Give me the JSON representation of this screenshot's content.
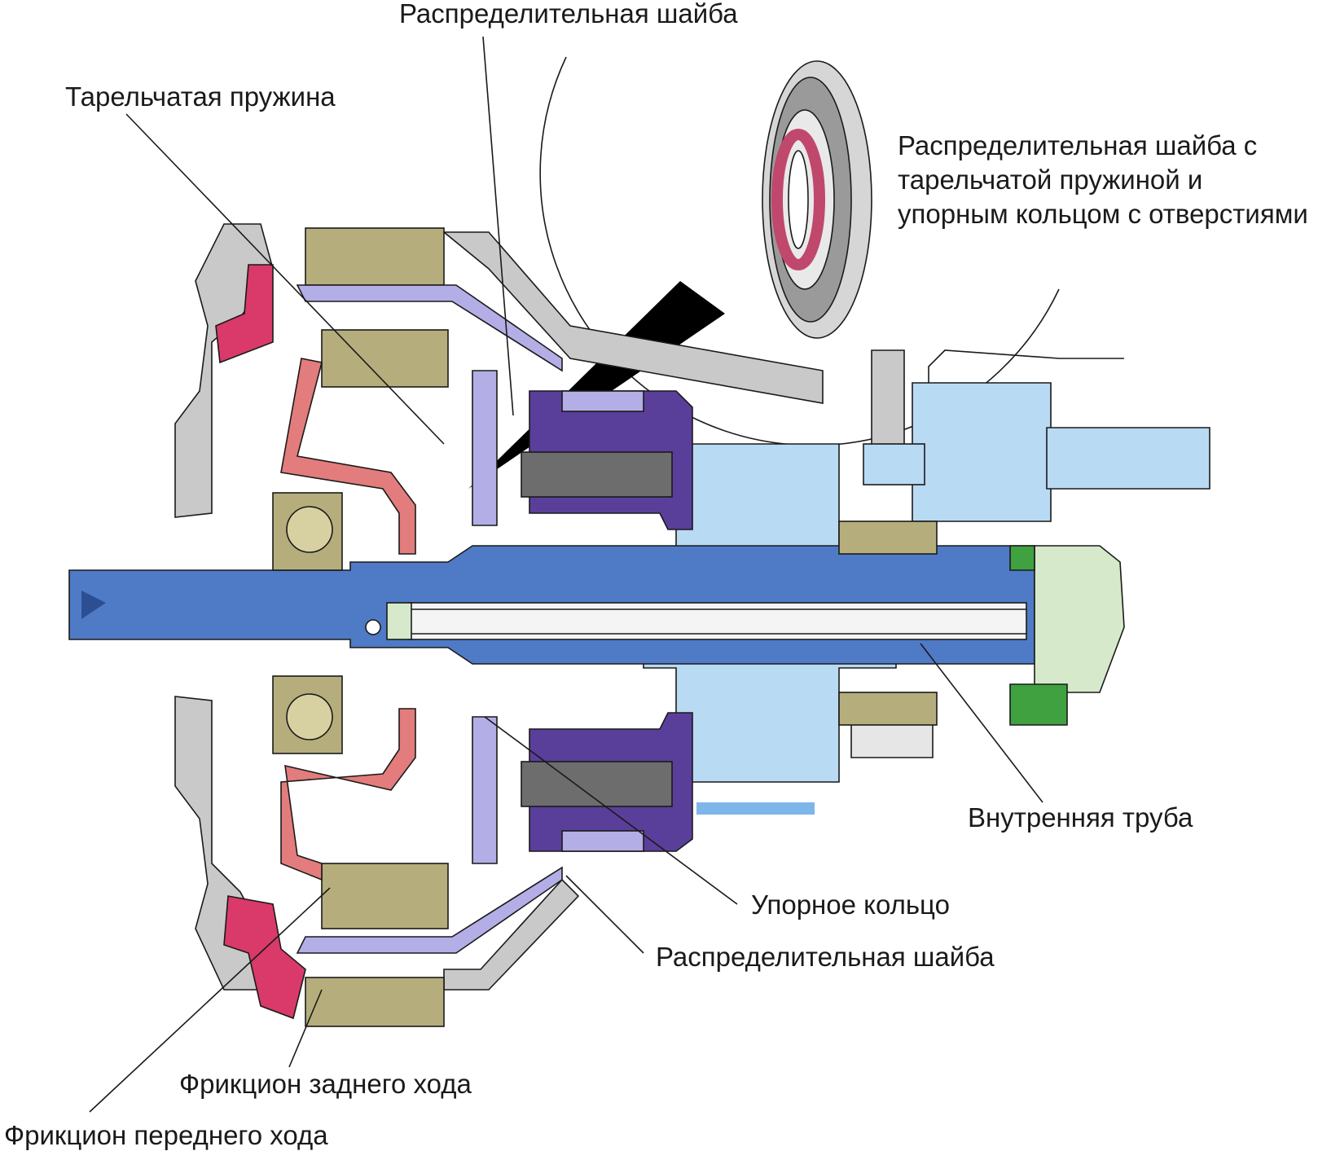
{
  "labels": {
    "distribution_washer_top": "Распределительная шайба",
    "disc_spring": "Тарельчатая пружина",
    "inset_caption_line1": "Распределительная шайба с",
    "inset_caption_line2": "тарельчатой пружиной и",
    "inset_caption_line3": "упорным кольцом с отверстиями",
    "inner_tube": "Внутренняя труба",
    "thrust_ring": "Упорное кольцо",
    "distribution_washer_bottom": "Распределительная шайба",
    "reverse_clutch": "Фрикцион заднего хода",
    "forward_clutch": "Фрикцион переднего хода"
  },
  "colors": {
    "shaft_blue": "#4f7ac6",
    "light_blue": "#b9daf3",
    "housing_gray": "#c9c9c9",
    "olive_plates": "#b5ae7c",
    "piston_pink": "#d93a6a",
    "piston_salmon": "#e37c7c",
    "purple": "#5a3f9a",
    "light_purple": "#b3aee6",
    "green": "#3fa13f",
    "light_green": "#d6eacb",
    "leader_lines": "#1a1a1a"
  }
}
